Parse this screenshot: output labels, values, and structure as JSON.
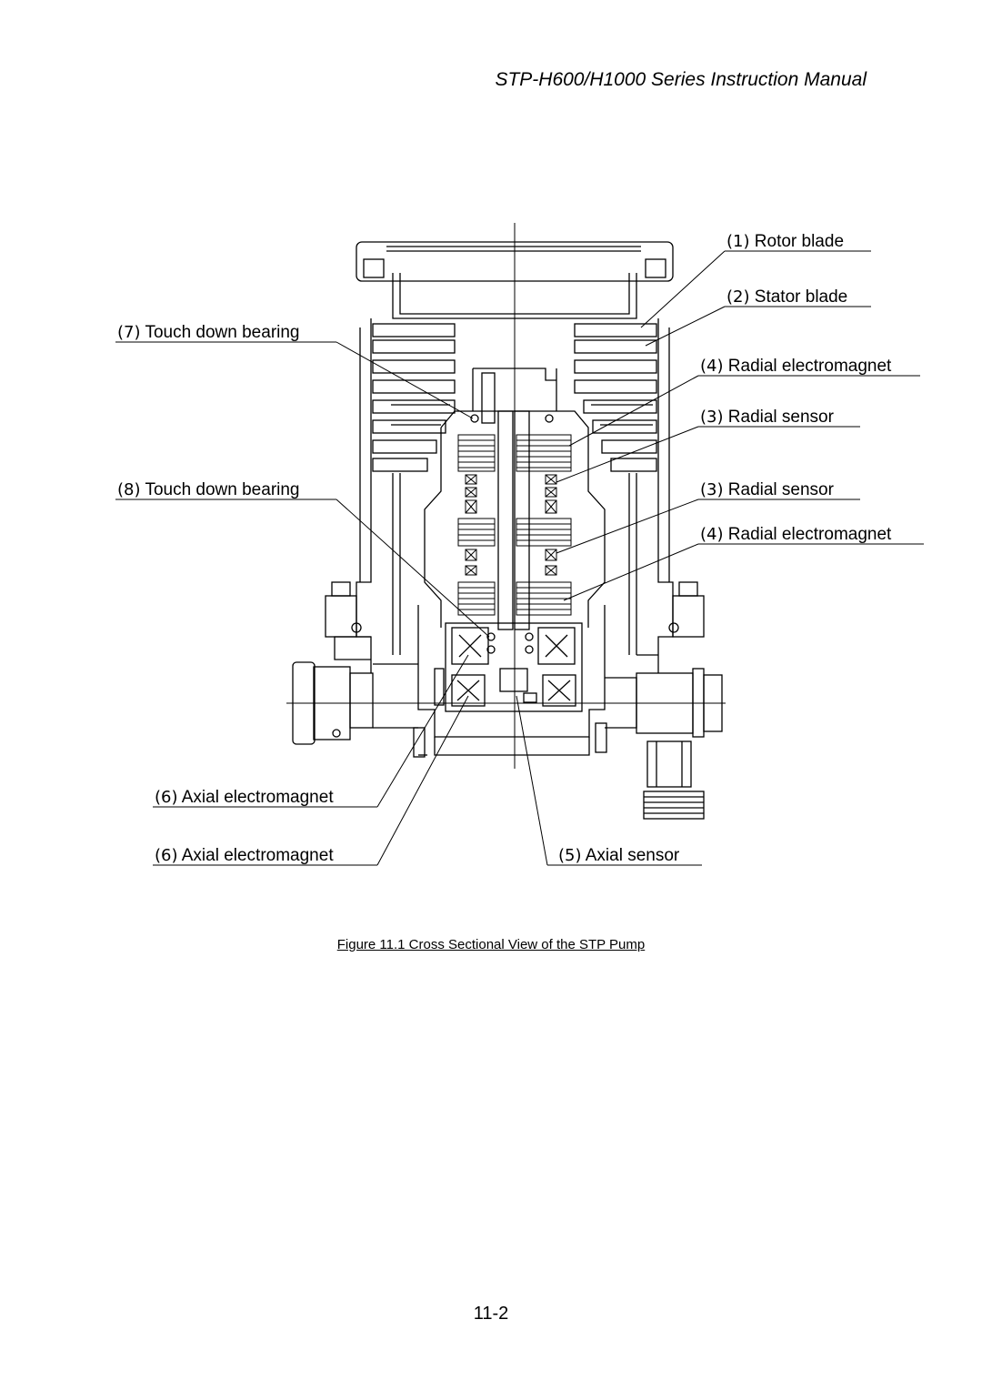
{
  "header": {
    "title": "STP-H600/H1000 Series Instruction Manual"
  },
  "figure": {
    "callouts": [
      {
        "num": "(1)",
        "label": "Rotor blade"
      },
      {
        "num": "(2)",
        "label": "Stator blade"
      },
      {
        "num": "(7)",
        "label": "Touch down bearing"
      },
      {
        "num": "(4)",
        "label": "Radial electromagnet"
      },
      {
        "num": "(3)",
        "label": "Radial sensor"
      },
      {
        "num": "(8)",
        "label": "Touch down bearing"
      },
      {
        "num": "(3)",
        "label": "Radial sensor"
      },
      {
        "num": "(4)",
        "label": "Radial electromagnet"
      },
      {
        "num": "(6)",
        "label": "Axial electromagnet"
      },
      {
        "num": "(6)",
        "label": "Axial electromagnet"
      },
      {
        "num": "(5)",
        "label": "Axial sensor"
      }
    ],
    "caption": "Figure 11.1 Cross Sectional View of the STP Pump"
  },
  "footer": {
    "page_number": "11-2"
  }
}
